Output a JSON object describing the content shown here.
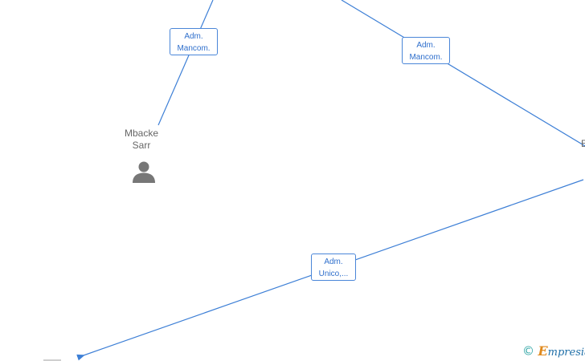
{
  "edge_labels": [
    {
      "line1": "Adm.",
      "line2": "Mancom."
    },
    {
      "line1": "Adm.",
      "line2": "Mancom."
    },
    {
      "line1": "Adm.",
      "line2": "Unico,..."
    }
  ],
  "nodes": [
    {
      "name_line1": "Mbacke",
      "name_line2": "Sarr",
      "icon": "person-icon"
    }
  ],
  "cut_node_label": "E",
  "watermark": {
    "copyright": "©",
    "brand_initial": "E",
    "brand_rest": "mpresia"
  },
  "colors": {
    "edge": "#3d7fd6",
    "label_text": "#2f6fcc",
    "node_text": "#666666",
    "person_icon": "#777777"
  }
}
